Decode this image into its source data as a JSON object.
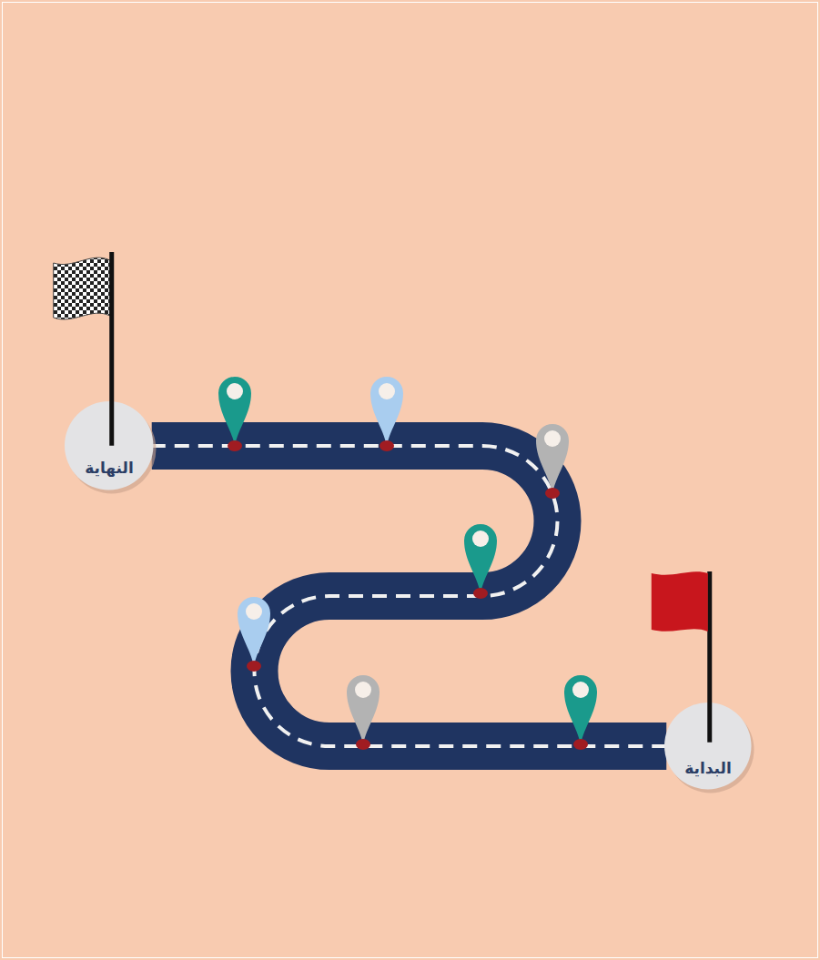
{
  "diagram": {
    "nodes": [
      {
        "text": [
          "البداية"
        ]
      },
      {
        "text": [
          "النهاية"
        ]
      }
    ],
    "edges": [
      {
        "from": 0,
        "to": 1,
        "arrow": "none"
      }
    ]
  }
}
